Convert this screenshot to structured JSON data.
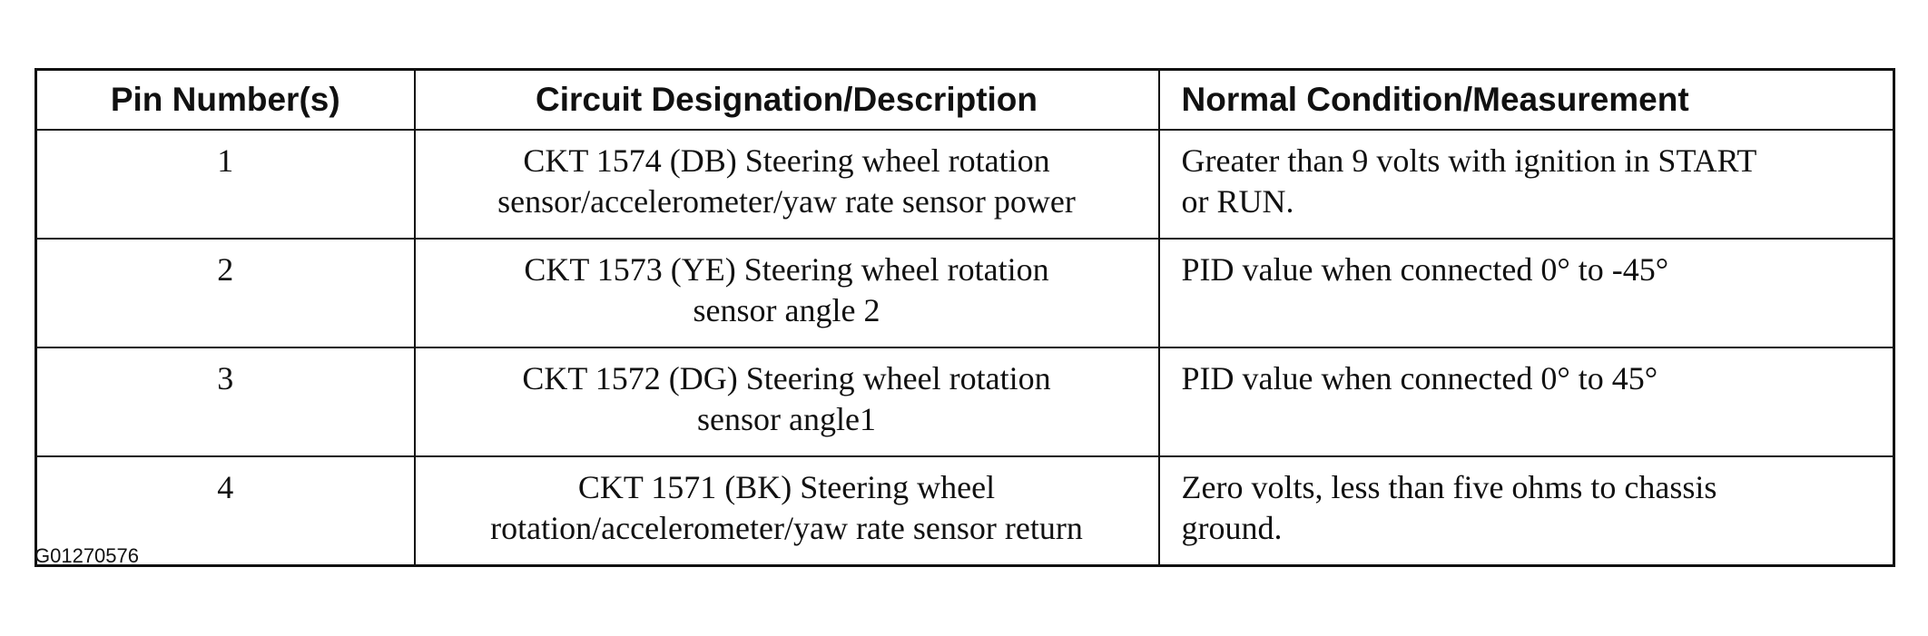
{
  "table": {
    "headers": {
      "pin": "Pin Number(s)",
      "description": "Circuit Designation/Description",
      "condition": "Normal Condition/Measurement"
    },
    "rows": [
      {
        "pin": "1",
        "description": [
          "CKT 1574 (DB) Steering wheel rotation",
          "sensor/accelerometer/yaw rate sensor power"
        ],
        "condition": [
          "Greater than 9 volts with ignition in START",
          "or RUN."
        ]
      },
      {
        "pin": "2",
        "description": [
          "CKT 1573 (YE) Steering wheel rotation",
          "sensor angle 2"
        ],
        "condition": [
          "PID value when connected 0° to -45°"
        ]
      },
      {
        "pin": "3",
        "description": [
          "CKT 1572 (DG) Steering wheel rotation",
          "sensor angle1"
        ],
        "condition": [
          "PID value when connected 0° to 45°"
        ]
      },
      {
        "pin": "4",
        "description": [
          "CKT 1571 (BK) Steering wheel",
          "rotation/accelerometer/yaw rate sensor return"
        ],
        "condition": [
          "Zero volts, less than five ohms to chassis",
          "ground."
        ]
      }
    ]
  },
  "figure_id": "G01270576"
}
